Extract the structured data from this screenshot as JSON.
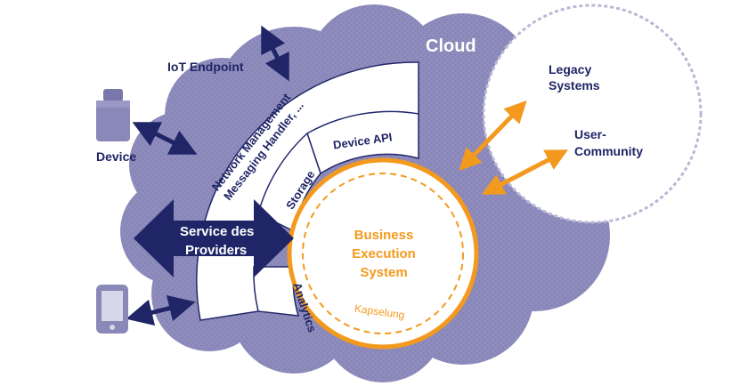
{
  "labels": {
    "cloud": "Cloud",
    "iot_endpoint": "IoT Endpoint",
    "device": "Device",
    "legacy_line1": "Legacy",
    "legacy_line2": "Systems",
    "community_line1": "User-",
    "community_line2": "Community",
    "network_line1": "Network Management",
    "network_line2": "Messaging Handler, ...",
    "device_api": "Device API",
    "storage": "Storage",
    "analytics": "Analytics",
    "provider_line1": "Service des",
    "provider_line2": "Providers",
    "bes_line1": "Business",
    "bes_line2": "Execution",
    "bes_line3": "System",
    "capsule": "Kapselung"
  },
  "colors": {
    "cloud": "#8a88b8",
    "navy": "#1f2566",
    "orange": "#f39a1e",
    "white": "#ffffff",
    "panel_border": "#23286b"
  }
}
